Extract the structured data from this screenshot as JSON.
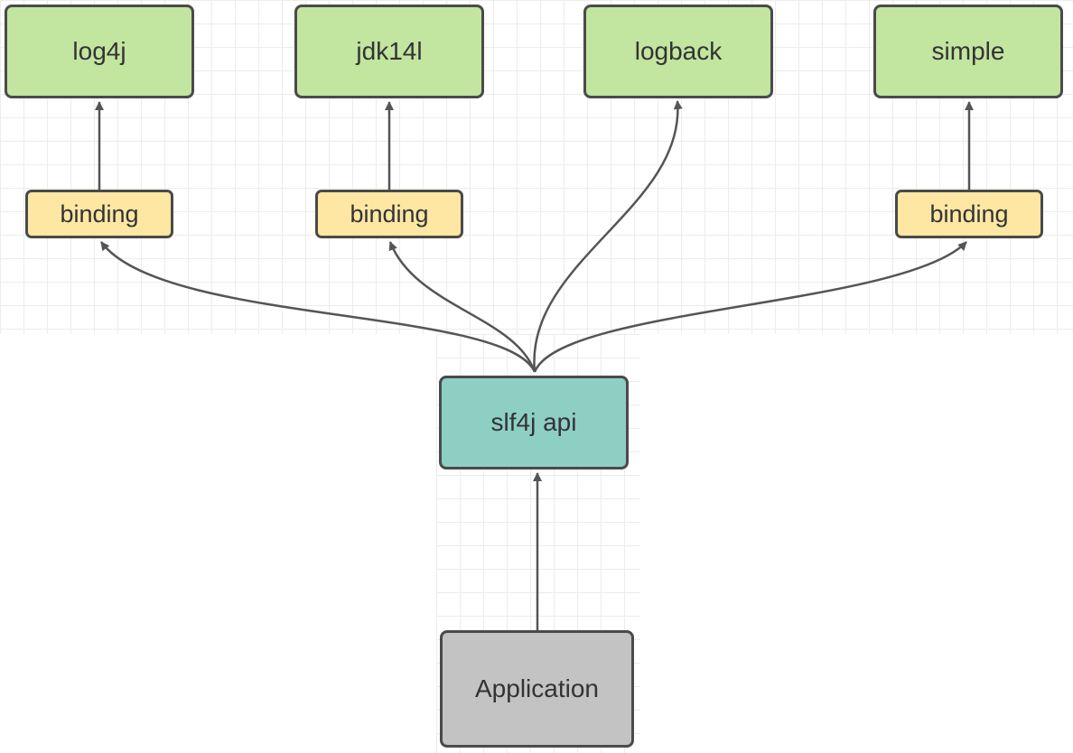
{
  "diagram": {
    "implementations": [
      {
        "id": "log4j",
        "label": "log4j"
      },
      {
        "id": "jdk14l",
        "label": "jdk14l"
      },
      {
        "id": "logback",
        "label": "logback"
      },
      {
        "id": "simple",
        "label": "simple"
      }
    ],
    "bindings": [
      {
        "label": "binding"
      },
      {
        "label": "binding"
      },
      {
        "label": "binding"
      }
    ],
    "api": {
      "label": "slf4j api"
    },
    "application": {
      "label": "Application"
    },
    "colors": {
      "implementation_fill": "#c2e5a0",
      "binding_fill": "#fde7a3",
      "api_fill": "#8ecfc4",
      "application_fill": "#c3c3c3",
      "border": "#4a4a4a",
      "arrow": "#555555"
    },
    "edges": [
      {
        "from": "application",
        "to": "api"
      },
      {
        "from": "api",
        "to": "binding-log4j"
      },
      {
        "from": "api",
        "to": "binding-jdk14l"
      },
      {
        "from": "api",
        "to": "logback"
      },
      {
        "from": "api",
        "to": "binding-simple"
      },
      {
        "from": "binding-log4j",
        "to": "log4j"
      },
      {
        "from": "binding-jdk14l",
        "to": "jdk14l"
      },
      {
        "from": "binding-simple",
        "to": "simple"
      }
    ]
  }
}
